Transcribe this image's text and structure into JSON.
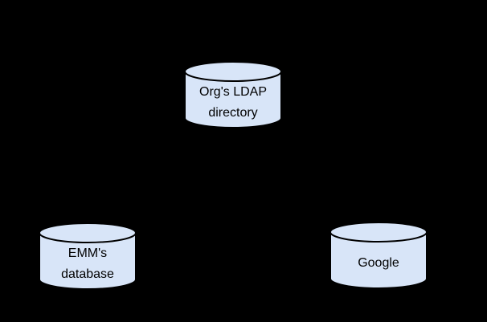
{
  "colors": {
    "background": "#000000",
    "cylinder_fill": "#d8e5f8",
    "cylinder_stroke": "#000000",
    "label_text": "#000000"
  },
  "diagram": {
    "nodes": [
      {
        "id": "org-ldap-directory",
        "shape": "cylinder",
        "label": "Org's LDAP directory",
        "label_lines": [
          "Org's LDAP",
          "directory"
        ]
      },
      {
        "id": "emm-database",
        "shape": "cylinder",
        "label": "EMM's database",
        "label_lines": [
          "EMM's",
          "database"
        ]
      },
      {
        "id": "google",
        "shape": "cylinder",
        "label": "Google",
        "label_lines": [
          "Google"
        ]
      }
    ]
  }
}
